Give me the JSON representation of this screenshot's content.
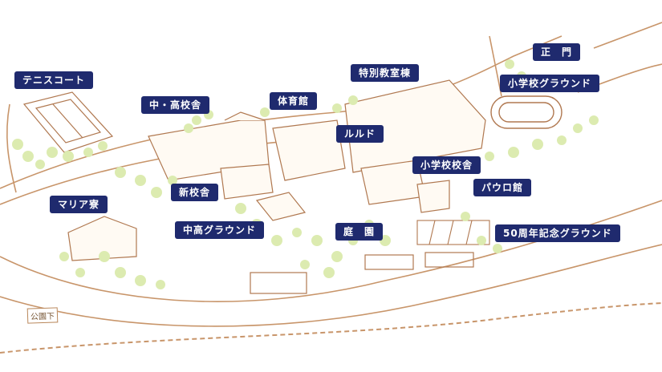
{
  "labels": {
    "tennis": "テニスコート",
    "chukou_school": "中・高校舎",
    "gym": "体育館",
    "special_class": "特別教室棟",
    "main_gate": "正　門",
    "elem_ground": "小学校グラウンド",
    "lourdes": "ルルド",
    "elem_school": "小学校校舎",
    "pauro": "パウロ館",
    "new_school": "新校舎",
    "maria": "マリア寮",
    "chukou_ground": "中高グラウンド",
    "garden": "庭　園",
    "ground_50": "50周年記念グラウンド"
  },
  "station": "公園下",
  "colors": {
    "label_bg": "#1f2a6e",
    "road": "#c8956a",
    "tree": "#d8e8a8",
    "building_line": "#b07850"
  }
}
